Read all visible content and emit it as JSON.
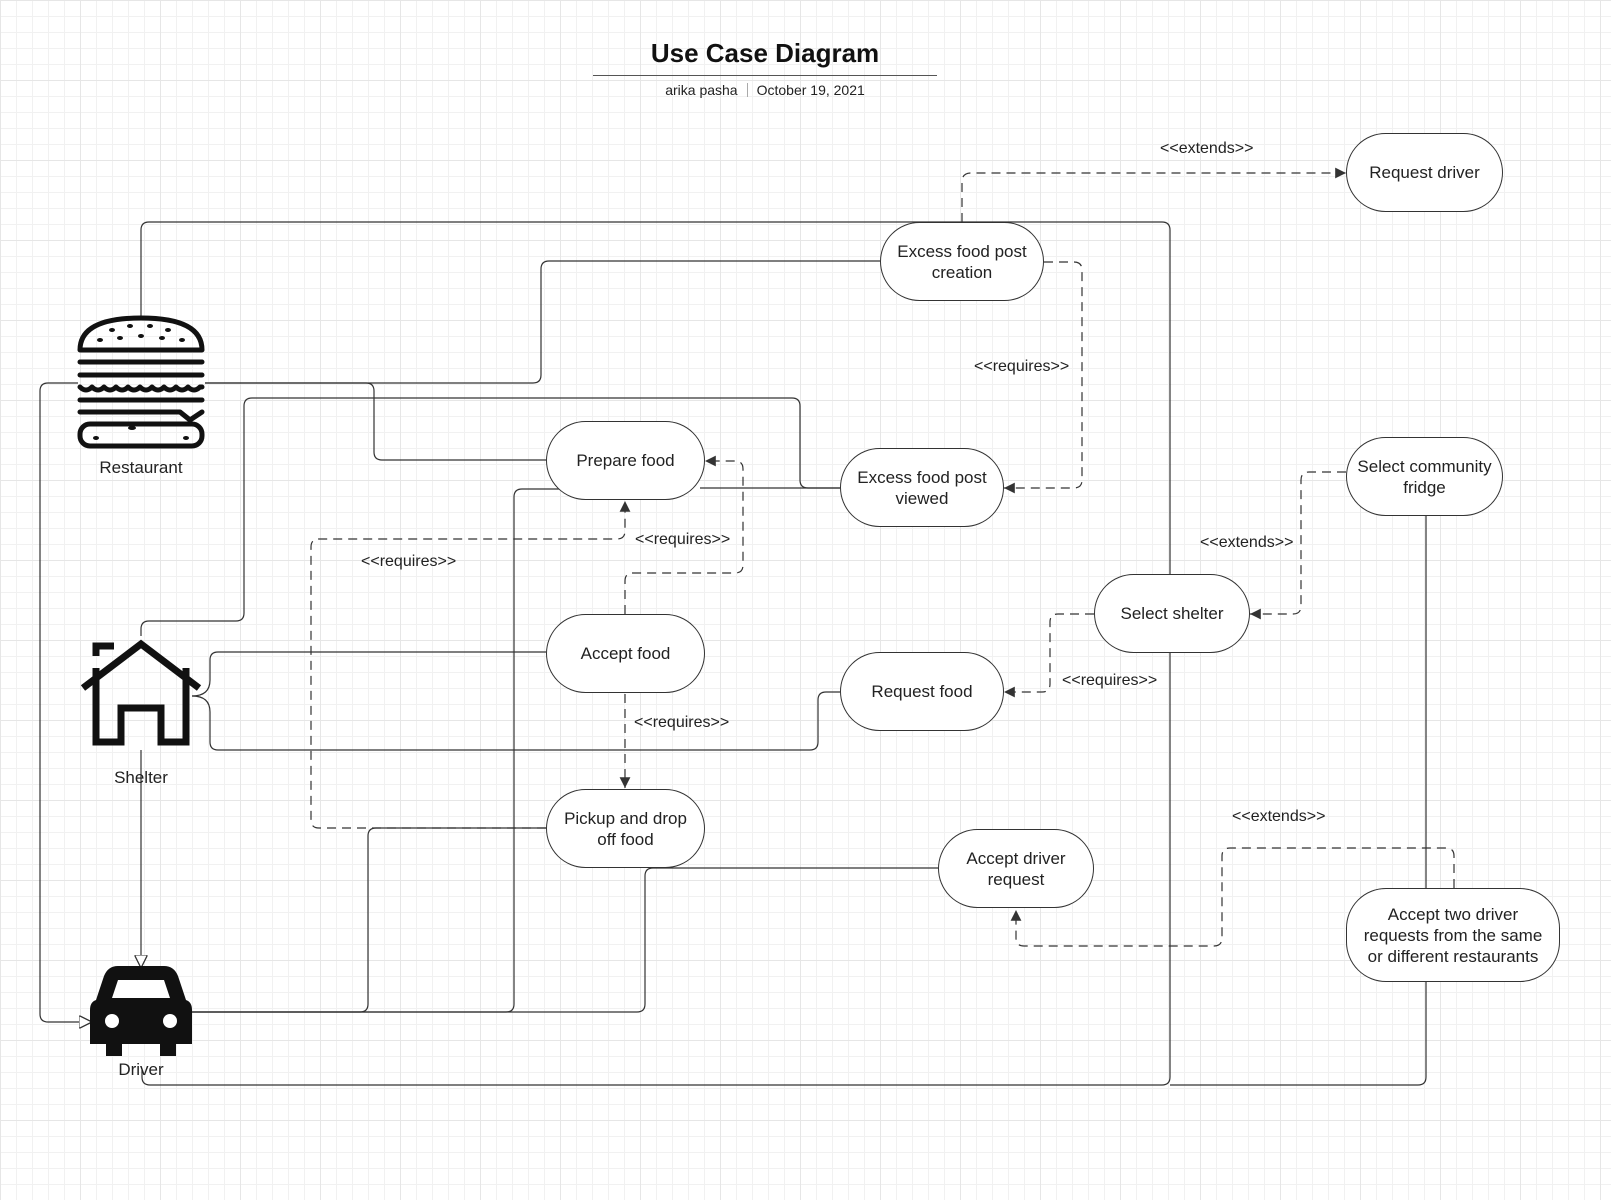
{
  "header": {
    "title": "Use Case Diagram",
    "author": "arika pasha",
    "date": "October 19, 2021"
  },
  "actors": {
    "restaurant": "Restaurant",
    "shelter": "Shelter",
    "driver": "Driver"
  },
  "use_cases": {
    "request_driver": "Request driver",
    "excess_food_post_creation": "Excess food post creation",
    "prepare_food": "Prepare food",
    "excess_food_post_viewed": "Excess food post viewed",
    "select_community_fridge": "Select community fridge",
    "select_shelter": "Select shelter",
    "accept_food": "Accept food",
    "request_food": "Request food",
    "pickup_and_drop_off_food": "Pickup and drop off food",
    "accept_driver_request": "Accept driver request",
    "accept_two_driver_requests": "Accept two driver requests from the same or different restaurants"
  },
  "relationships": {
    "extends_request_driver": "<<extends>>",
    "requires_post_creation": "<<requires>>",
    "requires_prepare_accept": "<<requires>>",
    "requires_prepare_pickup": "<<requires>>",
    "extends_fridge_shelter": "<<extends>>",
    "requires_shelter_request": "<<requires>>",
    "requires_accept_pickup": "<<requires>>",
    "extends_two_requests": "<<extends>>"
  },
  "colors": {
    "line": "#333333",
    "grid": "#e6e6e6",
    "icon": "#111111"
  }
}
